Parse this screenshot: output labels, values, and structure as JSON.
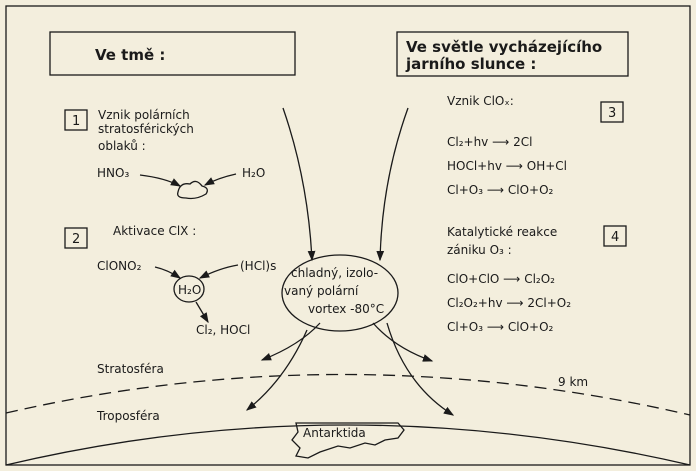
{
  "left": {
    "title": "Ve tmě :",
    "step1": {
      "number": "1",
      "lines": [
        "Vznik polárních",
        "stratosférických",
        "oblaků :"
      ],
      "reactant_a": "HNO₃",
      "reactant_b": "H₂O"
    },
    "step2": {
      "number": "2",
      "heading": "Aktivace ClX :",
      "reactant_a": "ClONO₂",
      "reactant_b": "(HCl)s",
      "center": "H₂O",
      "product": "Cl₂, HOCl"
    }
  },
  "right": {
    "title_lines": [
      "Ve světle vycházejícího",
      "jarního slunce :"
    ],
    "step3": {
      "number": "3",
      "heading": "Vznik ClOₓ:",
      "reactions": [
        "Cl₂+hv ⟶ 2Cl",
        "HOCl+hv ⟶ OH+Cl",
        "Cl+O₃ ⟶ ClO+O₂"
      ]
    },
    "step4": {
      "number": "4",
      "heading_lines": [
        "Katalytické reakce",
        "zániku O₃ :"
      ],
      "reactions": [
        "ClO+ClO ⟶ Cl₂O₂",
        "Cl₂O₂+hv ⟶ 2Cl+O₂",
        "Cl+O₃ ⟶ ClO+O₂"
      ]
    }
  },
  "vortex": {
    "lines": [
      "chladný, izolo-",
      "vaný polární",
      "vortex -80°C"
    ]
  },
  "layers": {
    "stratosphere": "Stratosféra",
    "troposphere": "Troposféra",
    "altitude": "9 km",
    "continent": "Antarktida"
  }
}
